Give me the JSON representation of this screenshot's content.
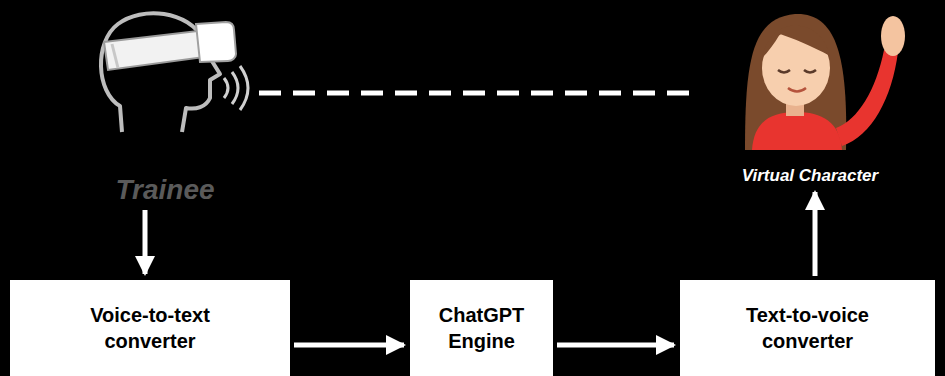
{
  "diagram": {
    "nodes": [
      {
        "text": [
          "Trainee"
        ]
      },
      {
        "text": [
          "Virtual Character"
        ]
      },
      {
        "text": [
          "Voice-to-text converter"
        ]
      },
      {
        "text": [
          "ChatGPT Engine"
        ]
      },
      {
        "text": [
          "Text-to-voice converter"
        ]
      }
    ],
    "edges": [
      {
        "from": 0,
        "to": 2,
        "arrow": "to"
      },
      {
        "from": 2,
        "to": 3,
        "arrow": "to"
      },
      {
        "from": 3,
        "to": 4,
        "arrow": "to"
      },
      {
        "from": 4,
        "to": 1,
        "arrow": "to"
      },
      {
        "from": 0,
        "to": 1,
        "arrow": "none"
      }
    ]
  }
}
